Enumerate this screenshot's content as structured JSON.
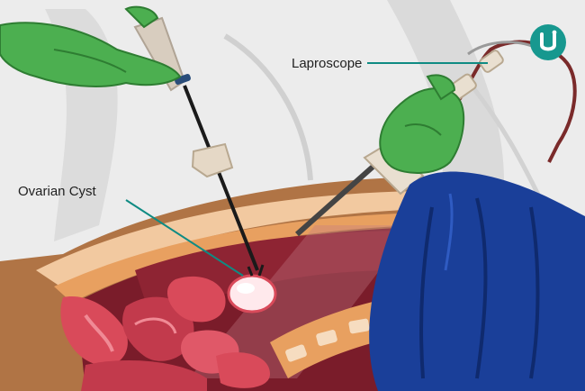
{
  "labels": {
    "laparoscope": "Laproscope",
    "ovarian_cyst": "Ovarian Cyst"
  },
  "logo": {
    "name": "brand-logo",
    "glyph": "u",
    "color": "#17988f"
  },
  "colors": {
    "glove": "#4caf50",
    "surgeon_gown": "#e6e6e6",
    "drape": "#1a3f99",
    "cavity": "#7a1c2a",
    "tissue": "#d94a5a",
    "leader_line": "#0f8b83"
  }
}
